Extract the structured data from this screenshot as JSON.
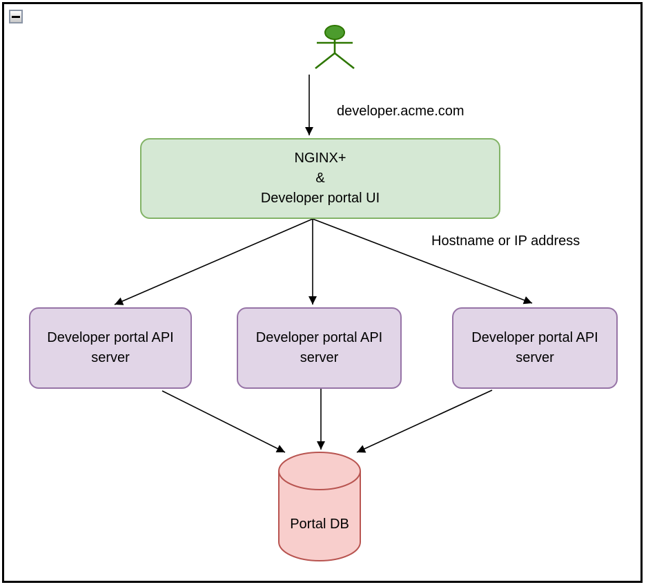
{
  "frame": {
    "collapse_glyph": "−"
  },
  "labels": {
    "user_to_gateway": "developer.acme.com",
    "gateway_to_servers": "Hostname or IP address"
  },
  "nodes": {
    "gateway": {
      "line1": "NGINX+",
      "line2": "&",
      "line3": "Developer portal UI"
    },
    "api_server_1": {
      "label": "Developer portal API server"
    },
    "api_server_2": {
      "label": "Developer portal API server"
    },
    "api_server_3": {
      "label": "Developer portal API server"
    },
    "database": {
      "label": "Portal DB"
    }
  },
  "colors": {
    "gateway_fill": "#D5E8D4",
    "gateway_stroke": "#82B366",
    "api_fill": "#E1D5E7",
    "api_stroke": "#9673A6",
    "db_fill": "#F8CECC",
    "db_stroke": "#B85450",
    "actor_fill": "#4C9C2D",
    "actor_stroke": "#2D7600",
    "edge": "#000000"
  }
}
